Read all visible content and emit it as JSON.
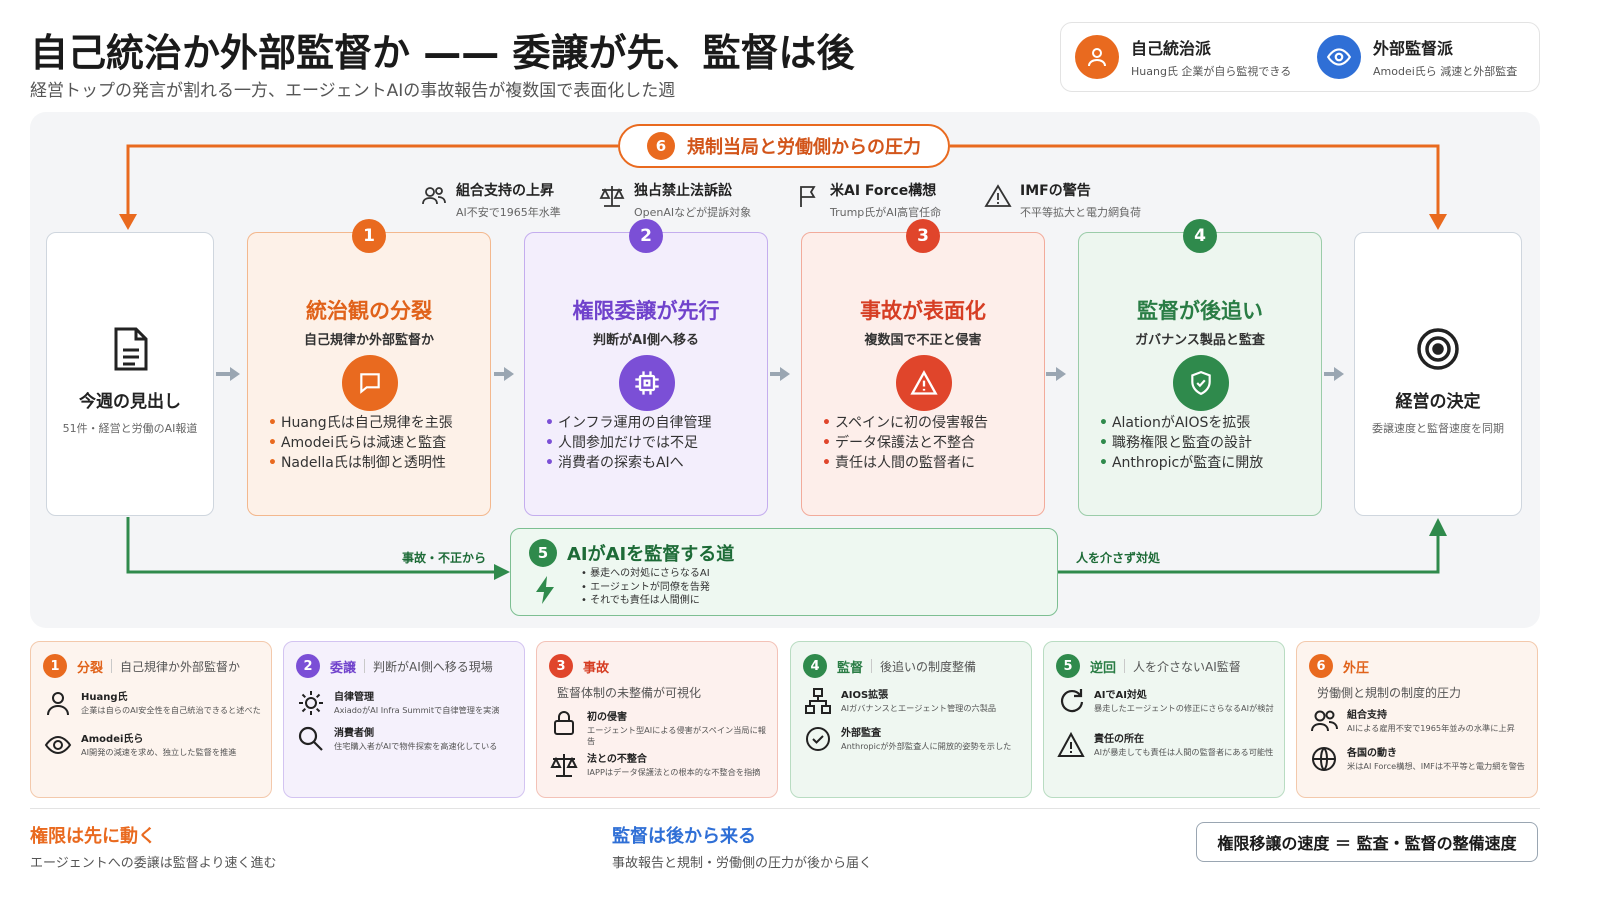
{
  "header": {
    "title": "自己統治か外部監督か —— 委譲が先、監督は後",
    "subtitle": "経営トップの発言が割れる一方、エージェントAIの事故報告が複数国で表面化した週"
  },
  "legend": {
    "self": {
      "title": "自己統治派",
      "sub": "Huang氏 企業が自ら監視できる"
    },
    "external": {
      "title": "外部監督派",
      "sub": "Amodei氏ら 減速と外部監査"
    }
  },
  "colors": {
    "orange": "#e96a1f",
    "purple": "#7b4fd6",
    "red": "#e0452b",
    "green": "#2f8a4c",
    "blue": "#2f6fd6"
  },
  "pressure_pill": {
    "num": "6",
    "label": "規制当局と労働側からの圧力"
  },
  "pressures": [
    {
      "icon": "people-icon",
      "title": "組合支持の上昇",
      "sub": "AI不安で1965年水準"
    },
    {
      "icon": "scale-icon",
      "title": "独占禁止法訴訟",
      "sub": "OpenAIなどが提訴対象"
    },
    {
      "icon": "flag-icon",
      "title": "米AI Force構想",
      "sub": "Trump氏がAI高官任命"
    },
    {
      "icon": "warning-icon",
      "title": "IMFの警告",
      "sub": "不平等拡大と電力網負荷"
    }
  ],
  "start": {
    "title": "今週の見出し",
    "sub": "51件・経営と労働のAI報道"
  },
  "end": {
    "title": "経営の決定",
    "sub": "委譲速度と監督速度を同期"
  },
  "stages": [
    {
      "num": "1",
      "title": "統治観の分裂",
      "sub": "自己規律か外部監督か",
      "icon": "chat-icon",
      "bullets": [
        "Huang氏は自己規律を主張",
        "Amodei氏らは減速と監査",
        "Nadella氏は制御と透明性"
      ]
    },
    {
      "num": "2",
      "title": "権限委譲が先行",
      "sub": "判断がAI側へ移る",
      "icon": "chip-icon",
      "bullets": [
        "インフラ運用の自律管理",
        "人間参加だけでは不足",
        "消費者の探索もAIへ"
      ]
    },
    {
      "num": "3",
      "title": "事故が表面化",
      "sub": "複数国で不正と侵害",
      "icon": "alert-icon",
      "bullets": [
        "スペインに初の侵害報告",
        "データ保護法と不整合",
        "責任は人間の監督者に"
      ]
    },
    {
      "num": "4",
      "title": "監督が後追い",
      "sub": "ガバナンス製品と監査",
      "icon": "shield-icon",
      "bullets": [
        "AlationがAIOSを拡張",
        "職務権限と監査の設計",
        "Anthropicが監査に開放"
      ]
    }
  ],
  "loop": {
    "num": "5",
    "title": "AIがAIを監督する道",
    "bullets": [
      "暴走への対処にさらなるAI",
      "エージェントが同僚を告発",
      "それでも責任は人間側に"
    ],
    "left_label": "事故・不正から",
    "right_label": "人を介さず対処"
  },
  "cards": [
    {
      "num": "1",
      "name": "分裂",
      "desc": "自己規律か外部監督か",
      "desc_inline": true,
      "rows": [
        {
          "icon": "person-icon",
          "a": "Huang氏",
          "b": "企業は自らのAI安全性を自己統治できると述べた"
        },
        {
          "icon": "eye-icon",
          "a": "Amodei氏ら",
          "b": "AI開発の減速を求め、独立した監督を推進"
        }
      ]
    },
    {
      "num": "2",
      "name": "委譲",
      "desc": "判断がAI側へ移る現場",
      "desc_inline": true,
      "rows": [
        {
          "icon": "gear-icon",
          "a": "自律管理",
          "b": "AxiadoがAI Infra Summitで自律管理を実演"
        },
        {
          "icon": "search-icon",
          "a": "消費者側",
          "b": "住宅購入者がAIで物件探索を高速化している"
        }
      ]
    },
    {
      "num": "3",
      "name": "事故",
      "desc": "監督体制の未整備が可視化",
      "desc_inline": false,
      "rows": [
        {
          "icon": "lock-icon",
          "a": "初の侵害",
          "b": "エージェント型AIによる侵害がスペイン当局に報告"
        },
        {
          "icon": "scale-icon",
          "a": "法との不整合",
          "b": "IAPPはデータ保護法との根本的な不整合を指摘"
        }
      ]
    },
    {
      "num": "4",
      "name": "監督",
      "desc": "後追いの制度整備",
      "desc_inline": true,
      "rows": [
        {
          "icon": "hierarchy-icon",
          "a": "AIOS拡張",
          "b": "AIガバナンスとエージェント管理の六製品"
        },
        {
          "icon": "check-circle-icon",
          "a": "外部監査",
          "b": "Anthropicが外部監査人に開放的姿勢を示した"
        }
      ]
    },
    {
      "num": "5",
      "name": "逆回",
      "desc": "人を介さないAI監督",
      "desc_inline": true,
      "rows": [
        {
          "icon": "refresh-icon",
          "a": "AIでAI対処",
          "b": "暴走したエージェントの修正にさらなるAIが検討"
        },
        {
          "icon": "warning-icon",
          "a": "責任の所在",
          "b": "AIが暴走しても責任は人間の監督者にある可能性"
        }
      ]
    },
    {
      "num": "6",
      "name": "外圧",
      "desc": "労働側と規制の制度的圧力",
      "desc_inline": false,
      "rows": [
        {
          "icon": "people-icon",
          "a": "組合支持",
          "b": "AIによる雇用不安で1965年並みの水準に上昇"
        },
        {
          "icon": "globe-icon",
          "a": "各国の動き",
          "b": "米はAI Force構想、IMFは不平等と電力網を警告"
        }
      ]
    }
  ],
  "footer": {
    "left": {
      "title": "権限は先に動く",
      "sub": "エージェントへの委譲は監督より速く進む"
    },
    "mid": {
      "title": "監督は後から来る",
      "sub": "事故報告と規制・労働側の圧力が後から届く"
    },
    "equation": "権限移譲の速度 ＝ 監査・監督の整備速度"
  }
}
